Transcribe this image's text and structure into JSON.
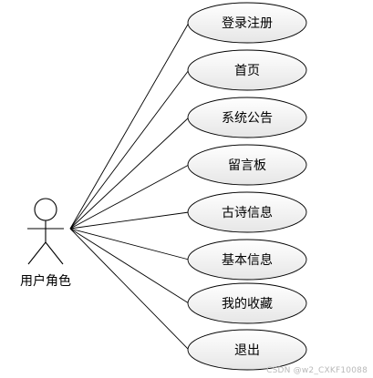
{
  "actor": {
    "label": "用户角色"
  },
  "use_cases": [
    {
      "label": "登录注册"
    },
    {
      "label": "首页"
    },
    {
      "label": "系统公告"
    },
    {
      "label": "留言板"
    },
    {
      "label": "古诗信息"
    },
    {
      "label": "基本信息"
    },
    {
      "label": "我的收藏"
    },
    {
      "label": "退出"
    }
  ],
  "watermark": "CSDN @w2_CXKF10088",
  "colors": {
    "stroke": "#000000",
    "ellipse_fill_top": "#ffffff",
    "ellipse_fill_bottom": "#e8e8e8",
    "background": "#ffffff"
  }
}
